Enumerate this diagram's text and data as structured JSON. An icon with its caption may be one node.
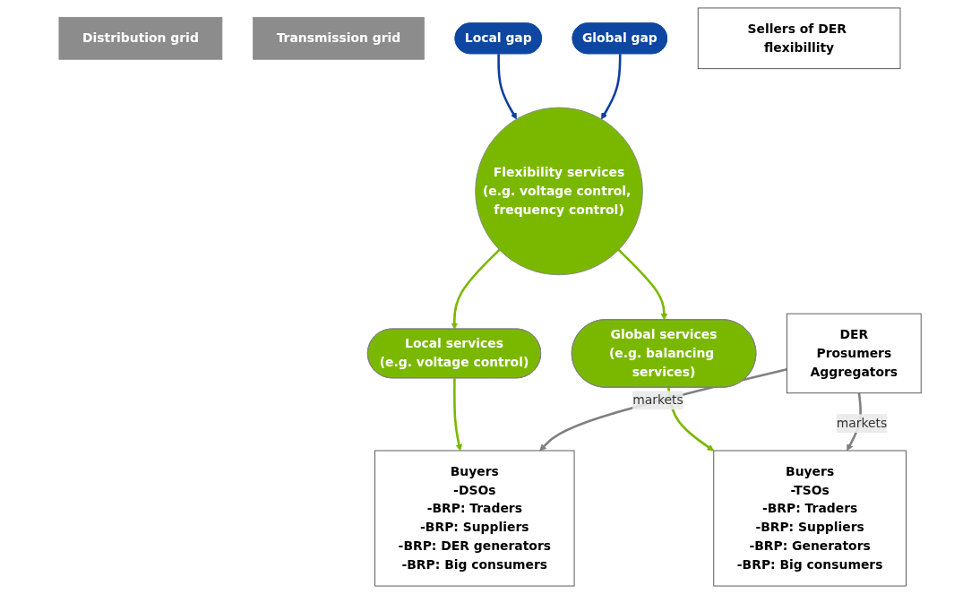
{
  "diagram": {
    "nodes": [
      {
        "text": [
          "Distribution grid"
        ]
      },
      {
        "text": [
          "Transmission grid"
        ]
      },
      {
        "text": [
          "Local gap"
        ]
      },
      {
        "text": [
          "Global gap"
        ]
      },
      {
        "text": [
          "Flexibility services",
          "(e.g. voltage control, frequency control)"
        ]
      },
      {
        "text": [
          "Local services",
          "(e.g. voltage control)"
        ]
      },
      {
        "text": [
          "Global services",
          "(e.g. balancing services)"
        ]
      },
      {
        "text": [
          "Buyers",
          "-DSOs",
          "-BRP: Traders",
          "-BRP: Suppliers",
          "-BRP: DER generators",
          "-BRP: Big consumers"
        ]
      },
      {
        "text": [
          "Sellers of DER flexibillity"
        ]
      },
      {
        "text": [
          "DER",
          "Prosumers",
          "Aggregators"
        ]
      },
      {
        "text": [
          "Buyers",
          "-TSOs",
          "-BRP: Traders",
          "-BRP: Suppliers",
          "-BRP: Generators",
          "-BRP: Big consumers"
        ]
      }
    ],
    "edges": [
      {
        "from": 2,
        "to": 4,
        "arrow": "to",
        "color": "#0d3f9f"
      },
      {
        "from": 3,
        "to": 4,
        "arrow": "to",
        "color": "#0d3f9f"
      },
      {
        "from": 4,
        "to": 5,
        "arrow": "to",
        "color": "#7ab800"
      },
      {
        "from": 4,
        "to": 6,
        "arrow": "to",
        "color": "#7ab800"
      },
      {
        "from": 5,
        "to": 7,
        "arrow": "to",
        "color": "#7ab800"
      },
      {
        "from": 6,
        "to": 10,
        "arrow": "to",
        "color": "#7ab800"
      },
      {
        "from": 9,
        "to": 7,
        "label": "markets",
        "arrow": "to",
        "color": "#808080"
      },
      {
        "from": 9,
        "to": 10,
        "label": "markets",
        "arrow": "to",
        "color": "#808080"
      }
    ]
  }
}
